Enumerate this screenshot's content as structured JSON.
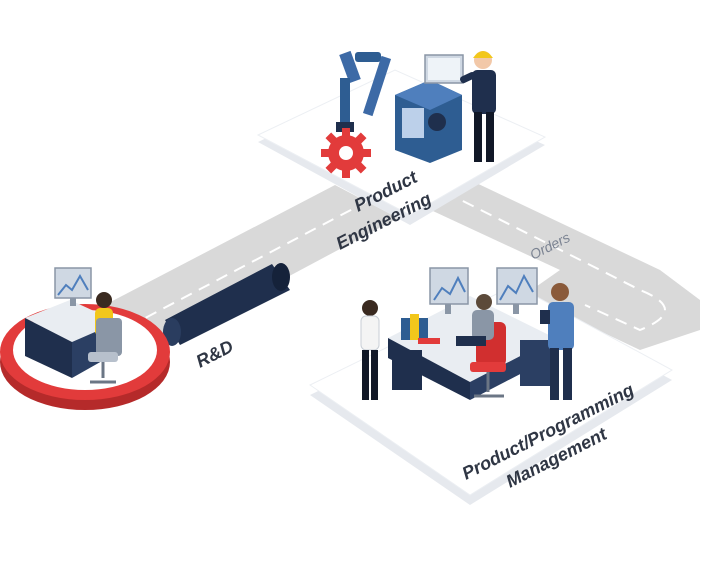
{
  "labels": {
    "product_engineering_line1": "Product",
    "product_engineering_line2": "Engineering",
    "orders": "Orders",
    "rd": "R&D",
    "management_line1": "Product/Programming",
    "management_line2": "Management"
  },
  "colors": {
    "road": "#d8d8d8",
    "road_dash": "#ffffff",
    "platform": "#ffffff",
    "platform_shadow": "#e6e9ee",
    "accent_red": "#e23b3b",
    "navy": "#1f2f4d",
    "blue": "#2e5d92",
    "text": "#2f3644"
  },
  "icons": [
    "robot-arm-icon",
    "gear-icon",
    "computer-monitor-icon",
    "worker-icon",
    "desk-icon",
    "office-chair-icon",
    "books-icon"
  ]
}
